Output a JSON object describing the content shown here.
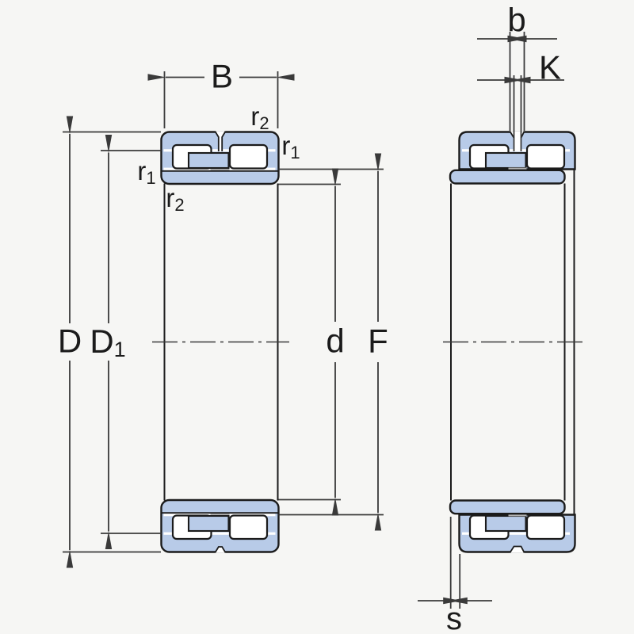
{
  "labels": {
    "width": "B",
    "outside_diameter": "D",
    "recess_diameter": {
      "base": "D",
      "sub": "1"
    },
    "bore_diameter": "d",
    "raceway_diameter": "F",
    "chamfer_r1": {
      "base": "r",
      "sub": "1"
    },
    "chamfer_r2": {
      "base": "r",
      "sub": "2"
    },
    "groove_width": "b",
    "hole_diameter": "K",
    "axial_displacement": "s"
  },
  "colors": {
    "ring_fill": "#b8cbe8",
    "outline": "#1b1b1b",
    "dimension_line": "#3a3a3a",
    "cage_gap_gray": "#b2b2b2",
    "background": "#f6f6f4"
  }
}
